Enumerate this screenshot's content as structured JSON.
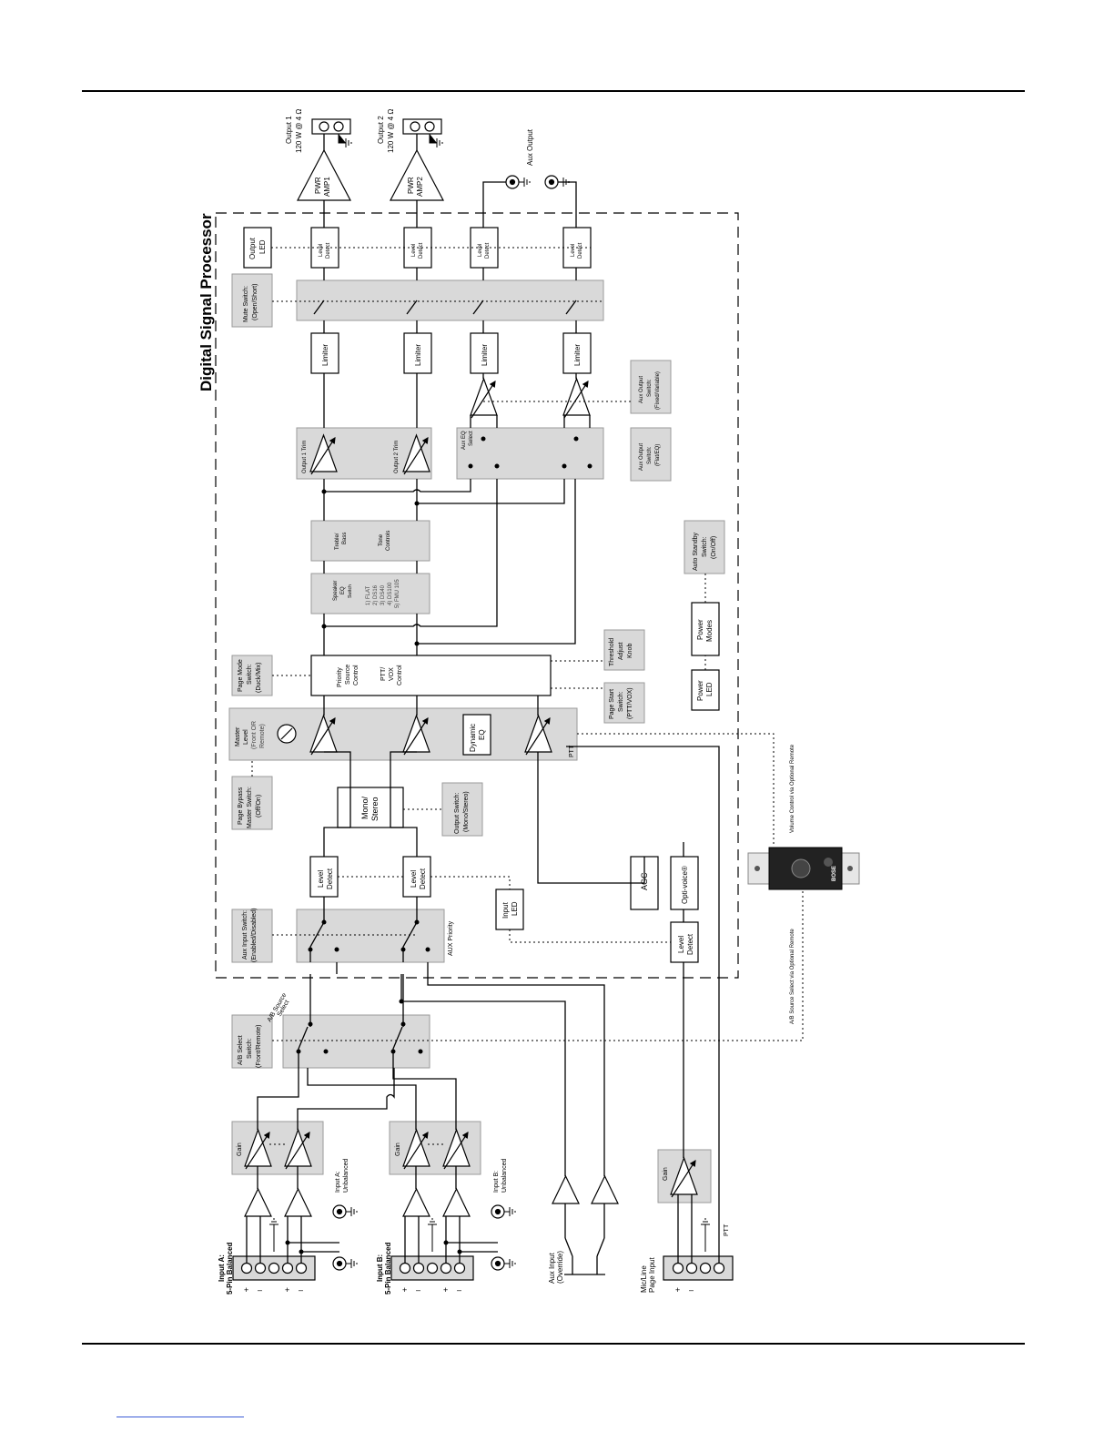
{
  "diagram": {
    "title": "Digital Signal Processor",
    "inputs": {
      "input_a_label": "Input A:",
      "input_a_type": "5-Pin Balanced",
      "input_a_unbal_1": "Input A:",
      "input_a_unbal_2": "Unbalanced",
      "input_b_label": "Input B:",
      "input_b_type": "5-Pin Balanced",
      "input_b_unbal_1": "Input B:",
      "input_b_unbal_2": "Unbalanced",
      "aux_input_1": "Aux Input",
      "aux_input_2": "(Override)",
      "mic_line_1": "Mic/Line",
      "mic_line_2": "Page Input",
      "ptt_pin": "PTT",
      "pin_plus": "+",
      "pin_minus": "–"
    },
    "gain_label": "Gain",
    "ab": {
      "switch_1": "A/B Select",
      "switch_2": "Switch:",
      "switch_3": "(Front/Remote)",
      "source_1": "A/B Source",
      "source_2": "Select"
    },
    "aux_input_switch": [
      "Aux Input Switch:",
      "(Enabled/Disabled)"
    ],
    "aux_priority": "AUX Priority",
    "level": "Level",
    "detect": "Detect",
    "input_led": [
      "Input",
      "LED"
    ],
    "mono_stereo": [
      "Mono/",
      "Stereo"
    ],
    "output_switch": [
      "Output Switch:",
      "(Mono/Stereo)"
    ],
    "page_bypass": [
      "Page Bypass",
      "Master Switch:",
      "(Off/On)"
    ],
    "master_level": [
      "Master",
      "Level",
      "(Front OR",
      "Remote)"
    ],
    "dynamic_eq": [
      "Dynamic",
      "EQ"
    ],
    "ptt_label": "PTT",
    "page_mode": [
      "Page Mode",
      "Switch:",
      "(Duck/Mix)"
    ],
    "priority": [
      "Priority",
      "Source",
      "Control",
      "PTT/",
      "VOX",
      "Control"
    ],
    "page_start": [
      "Page Start",
      "Switch:",
      "(PTT/VOX)"
    ],
    "threshold": [
      "Threshold",
      "Adjust",
      "Knob"
    ],
    "agc": "AGC",
    "optivoice": "Opti-voice®",
    "speaker_eq": [
      "Speaker",
      "EQ",
      "Switch",
      "1) FLAT",
      "2) DS16",
      "3) DS40",
      "4) DS100",
      "5) FMU 105"
    ],
    "tone": [
      "Treble/",
      "Bass",
      "Tone",
      "Controls"
    ],
    "output1_trim": "Output 1 Trim",
    "output2_trim": "Output 2 Trim",
    "aux_eq": [
      "Aux EQ",
      "Select"
    ],
    "aux_output_flat": [
      "Aux Output",
      "Switch:",
      "(Flat/EQ)"
    ],
    "aux_output_fixed": [
      "Aux Output",
      "Switch:",
      "(Fixed/Variable)"
    ],
    "limiter": "Limiter",
    "mute_switch": [
      "Mute Switch:",
      "(Open/Short)"
    ],
    "output_led": [
      "Output",
      "LED"
    ],
    "pwr": "PWR",
    "amp1": "AMP1",
    "amp2": "AMP2",
    "output1": [
      "Output 1",
      "120 W @ 4 Ω"
    ],
    "output2": [
      "Output 2",
      "120 W @ 4 Ω"
    ],
    "aux_output": "Aux Output",
    "power_led": [
      "Power",
      "LED"
    ],
    "power_modes": [
      "Power",
      "Modes"
    ],
    "auto_standby": [
      "Auto Standby",
      "Switch:",
      "(On/Off)"
    ],
    "remote_volume": "Volume Control via Optional Remote",
    "remote_ab": "A/B Source Select via Optional Remote",
    "remote_brand": "BOSE"
  }
}
